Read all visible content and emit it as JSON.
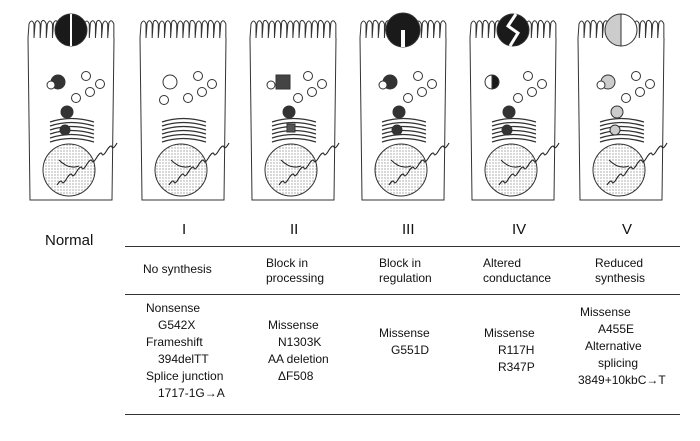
{
  "row_label": "Normal",
  "classes": [
    {
      "numeral": "I",
      "description": [
        "No synthesis"
      ],
      "mutations": [
        "Nonsense",
        "  G542X",
        "Frameshift",
        "  394delTT",
        "Splice junction",
        "  1717-1G→A"
      ]
    },
    {
      "numeral": "II",
      "description": [
        "Block in",
        "processing"
      ],
      "mutations": [
        "Missense",
        "  N1303K",
        "AA deletion",
        "  ΔF508"
      ]
    },
    {
      "numeral": "III",
      "description": [
        "Block in",
        "regulation"
      ],
      "mutations": [
        "Missense",
        "  G551D"
      ]
    },
    {
      "numeral": "IV",
      "description": [
        "Altered",
        "conductance"
      ],
      "mutations": [
        "Missense",
        "  R117H",
        "  R347P"
      ]
    },
    {
      "numeral": "V",
      "description": [
        "Reduced",
        "synthesis"
      ],
      "mutations": [
        "Missense",
        "  A455E",
        "Alternative",
        "  splicing",
        "3849+10kbC→T"
      ]
    }
  ],
  "colors": {
    "line": "#333333",
    "fill_dark": "#1a1a1a",
    "fill_light": "#cccccc",
    "stipple": "#777777"
  }
}
